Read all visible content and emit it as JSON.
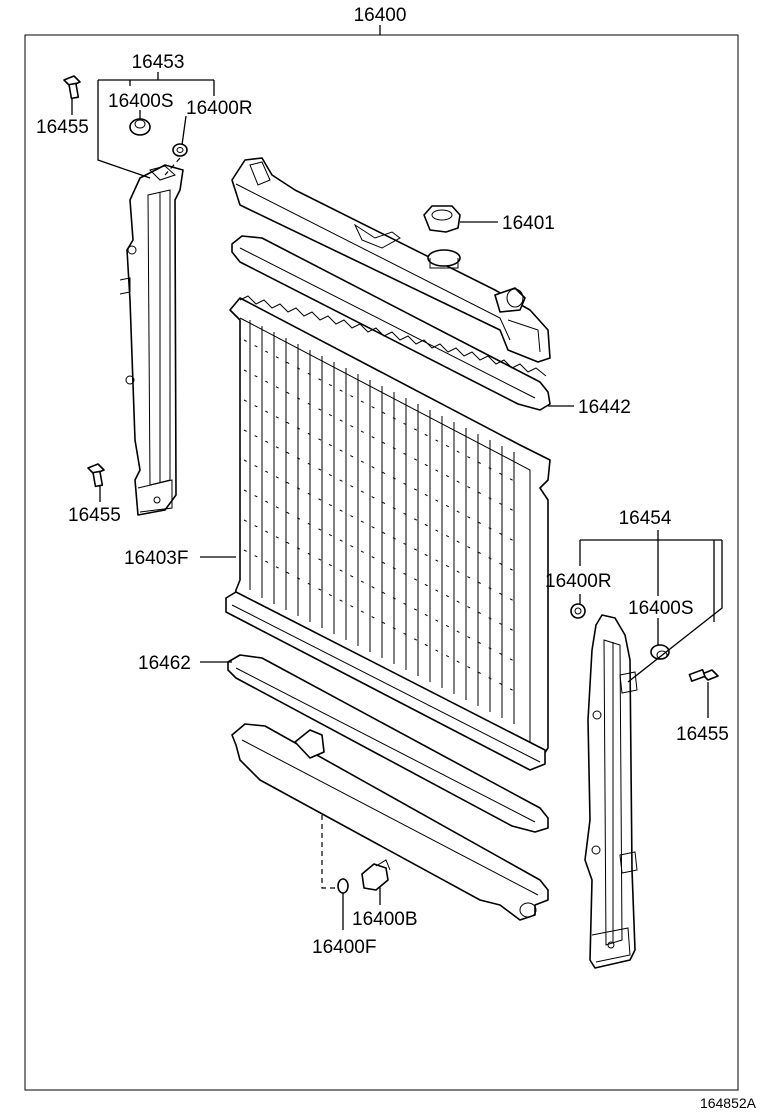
{
  "diagram": {
    "assembly_label": "16400",
    "reference_code": "164852A",
    "labels": {
      "p16453": "16453",
      "p16400S_left": "16400S",
      "p16400R_left": "16400R",
      "p16455_top": "16455",
      "p16401": "16401",
      "p16442": "16442",
      "p16455_mid": "16455",
      "p16403F": "16403F",
      "p16454": "16454",
      "p16400R_right": "16400R",
      "p16400S_right": "16400S",
      "p16455_right": "16455",
      "p16462": "16462",
      "p16400B": "16400B",
      "p16400F": "16400F"
    }
  }
}
